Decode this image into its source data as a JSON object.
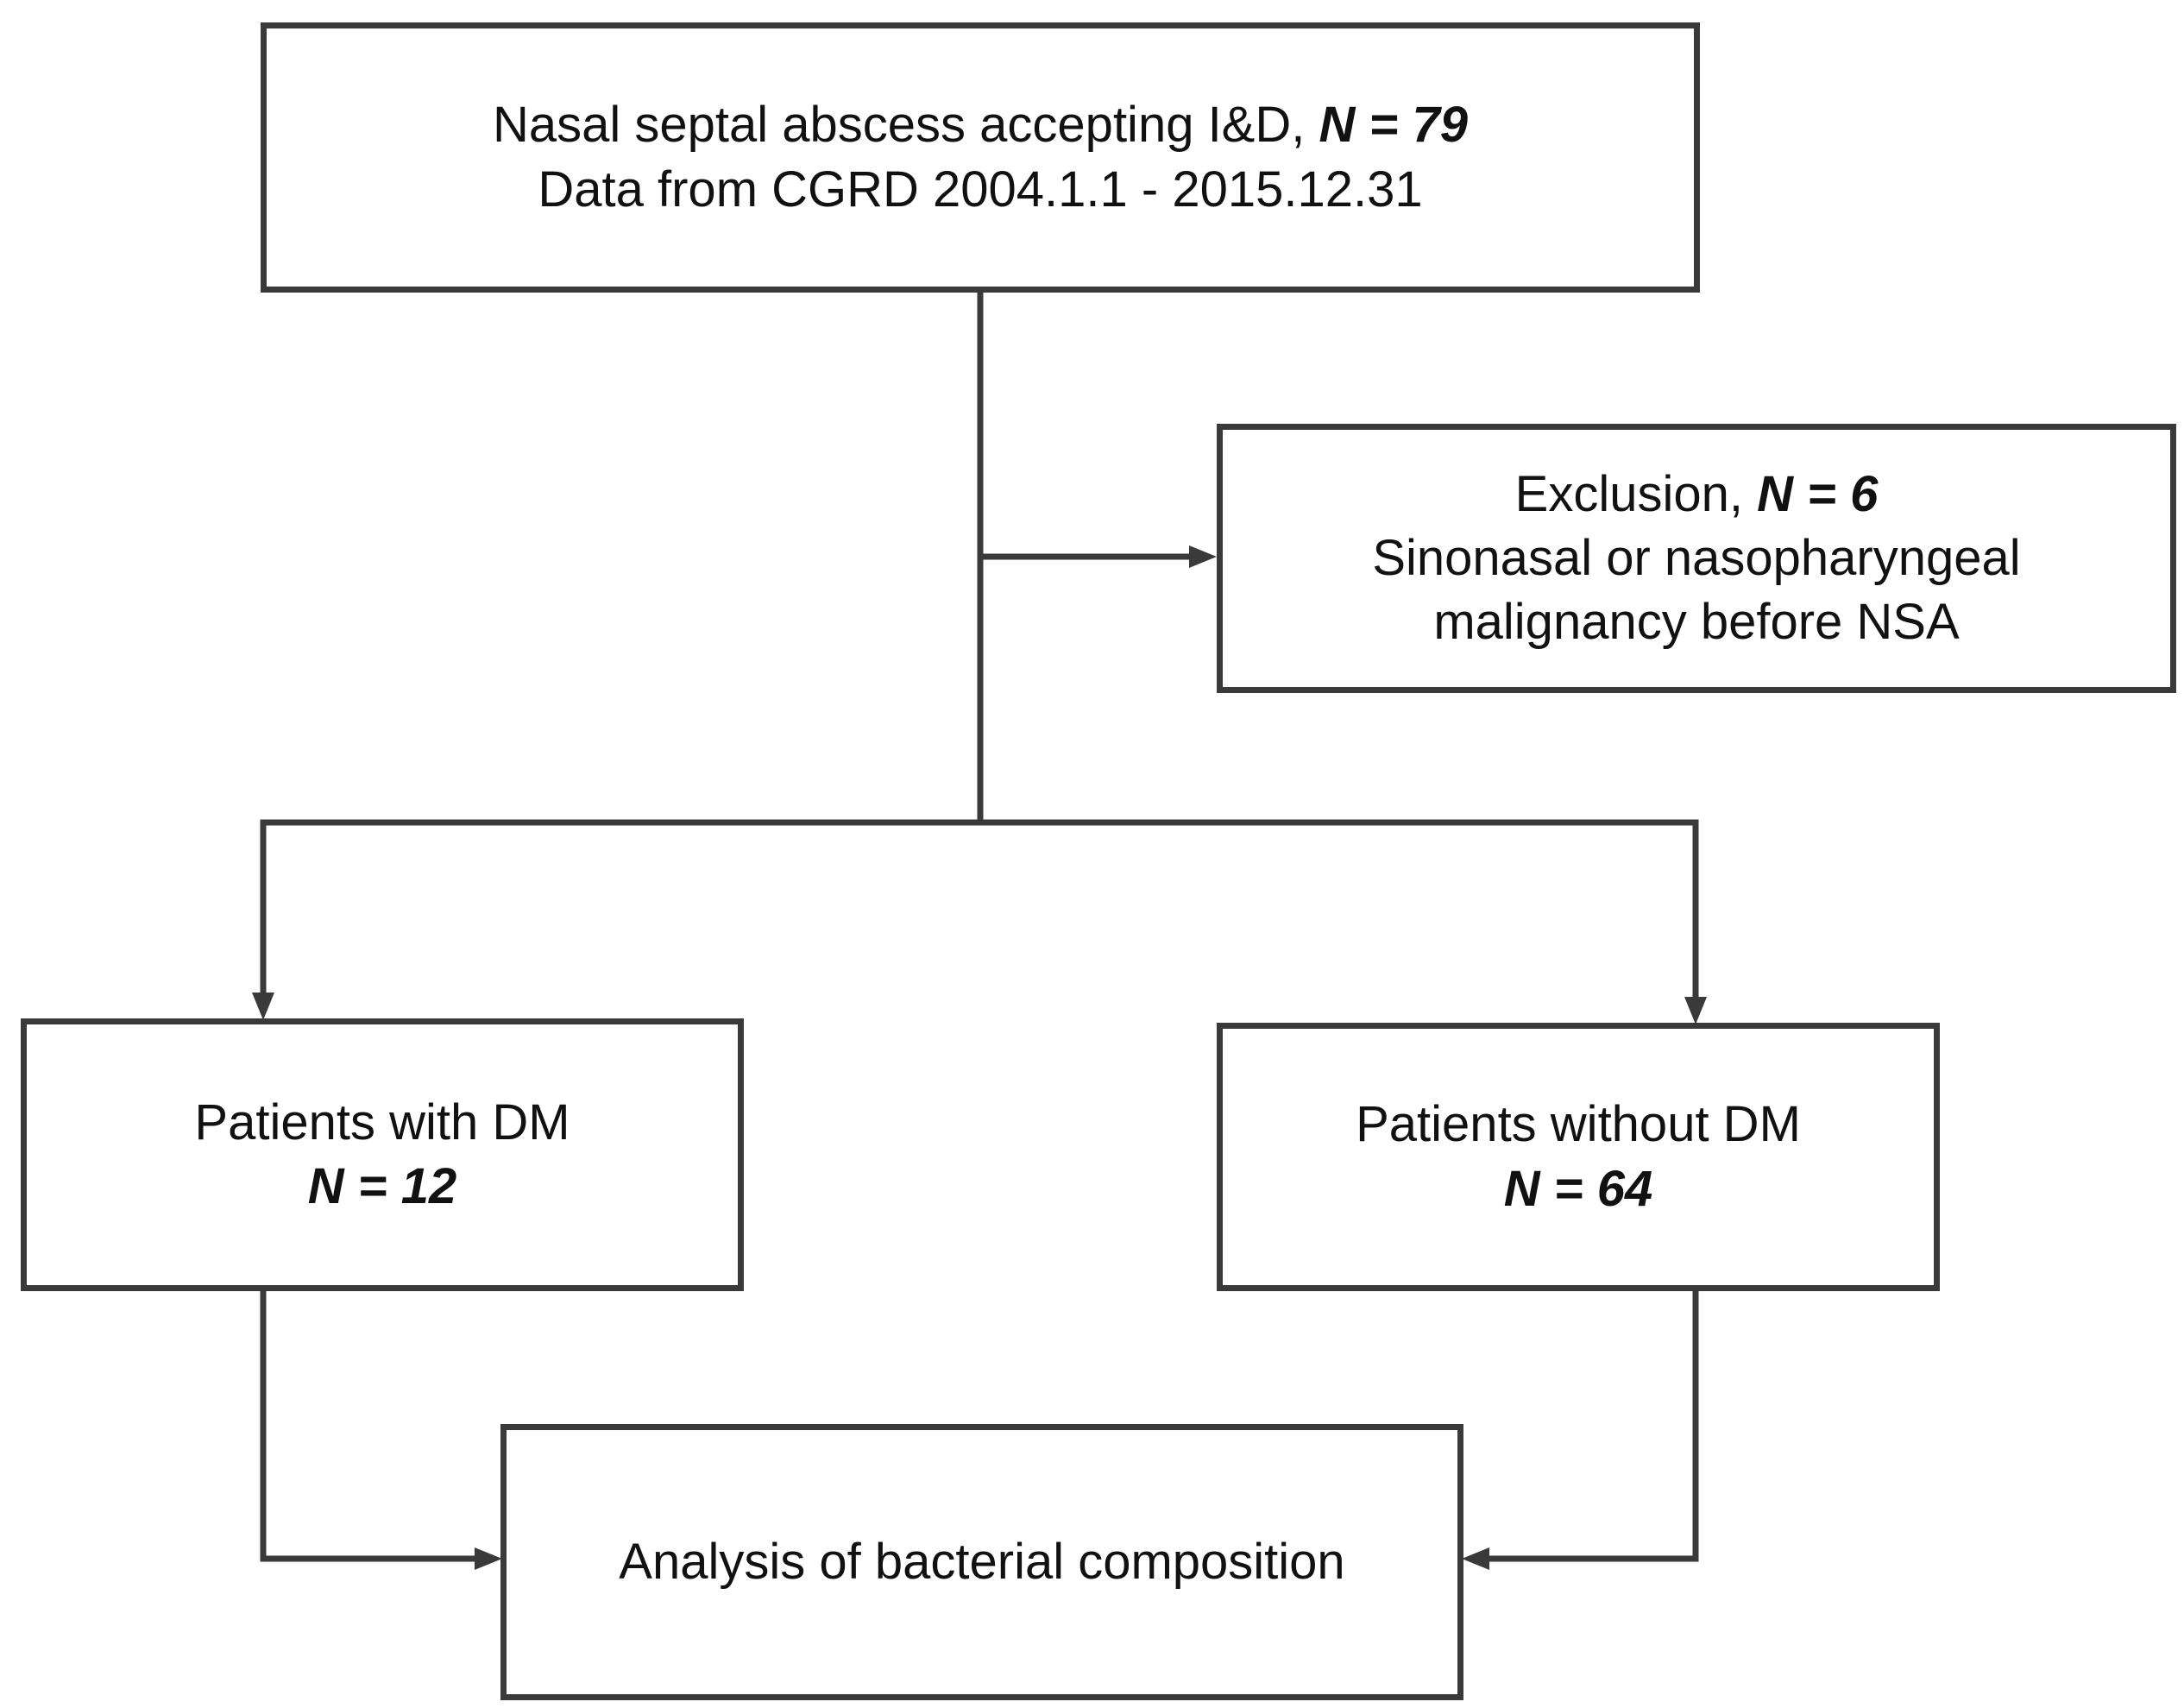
{
  "nodes": {
    "source": {
      "line1": "Nasal septal abscess accepting I&D, ",
      "n": "N = 79",
      "line2": "Data from CGRD 2004.1.1 - 2015.12.31"
    },
    "excluded": {
      "line1": "Exclusion, ",
      "n": "N = 6",
      "line2": "Sinonasal or nasopharyngeal",
      "line3": "malignancy before NSA"
    },
    "with_dm": {
      "line1": "Patients with DM",
      "n": "N = 12"
    },
    "without_dm": {
      "line1": "Patients without DM",
      "n": "N = 64"
    },
    "analysis": {
      "line1": "Analysis of bacterial composition"
    }
  },
  "edges": [
    {
      "from": "source",
      "to": "excluded"
    },
    {
      "from": "source",
      "to": "with_dm"
    },
    {
      "from": "source",
      "to": "without_dm"
    },
    {
      "from": "with_dm",
      "to": "analysis"
    },
    {
      "from": "without_dm",
      "to": "analysis"
    }
  ],
  "colors": {
    "stroke": "#3a3a3a",
    "text": "#111111",
    "background": "#ffffff"
  }
}
